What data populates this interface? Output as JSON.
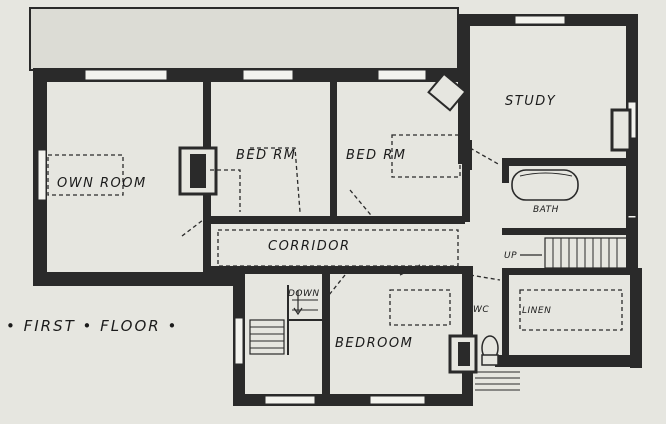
{
  "caption": "• FIRST • FLOOR •",
  "rooms": {
    "study": "STUDY",
    "bed_room_left": "BED RM",
    "bed_room_right": "BED RM",
    "own_room": "OWN ROOM",
    "corridor": "CORRIDOR",
    "bath": "BATH",
    "bedroom": "BEDROOM",
    "linen": "LINEN",
    "wc": "WC"
  },
  "stair_labels": {
    "down": "DOWN",
    "up": "UP"
  }
}
